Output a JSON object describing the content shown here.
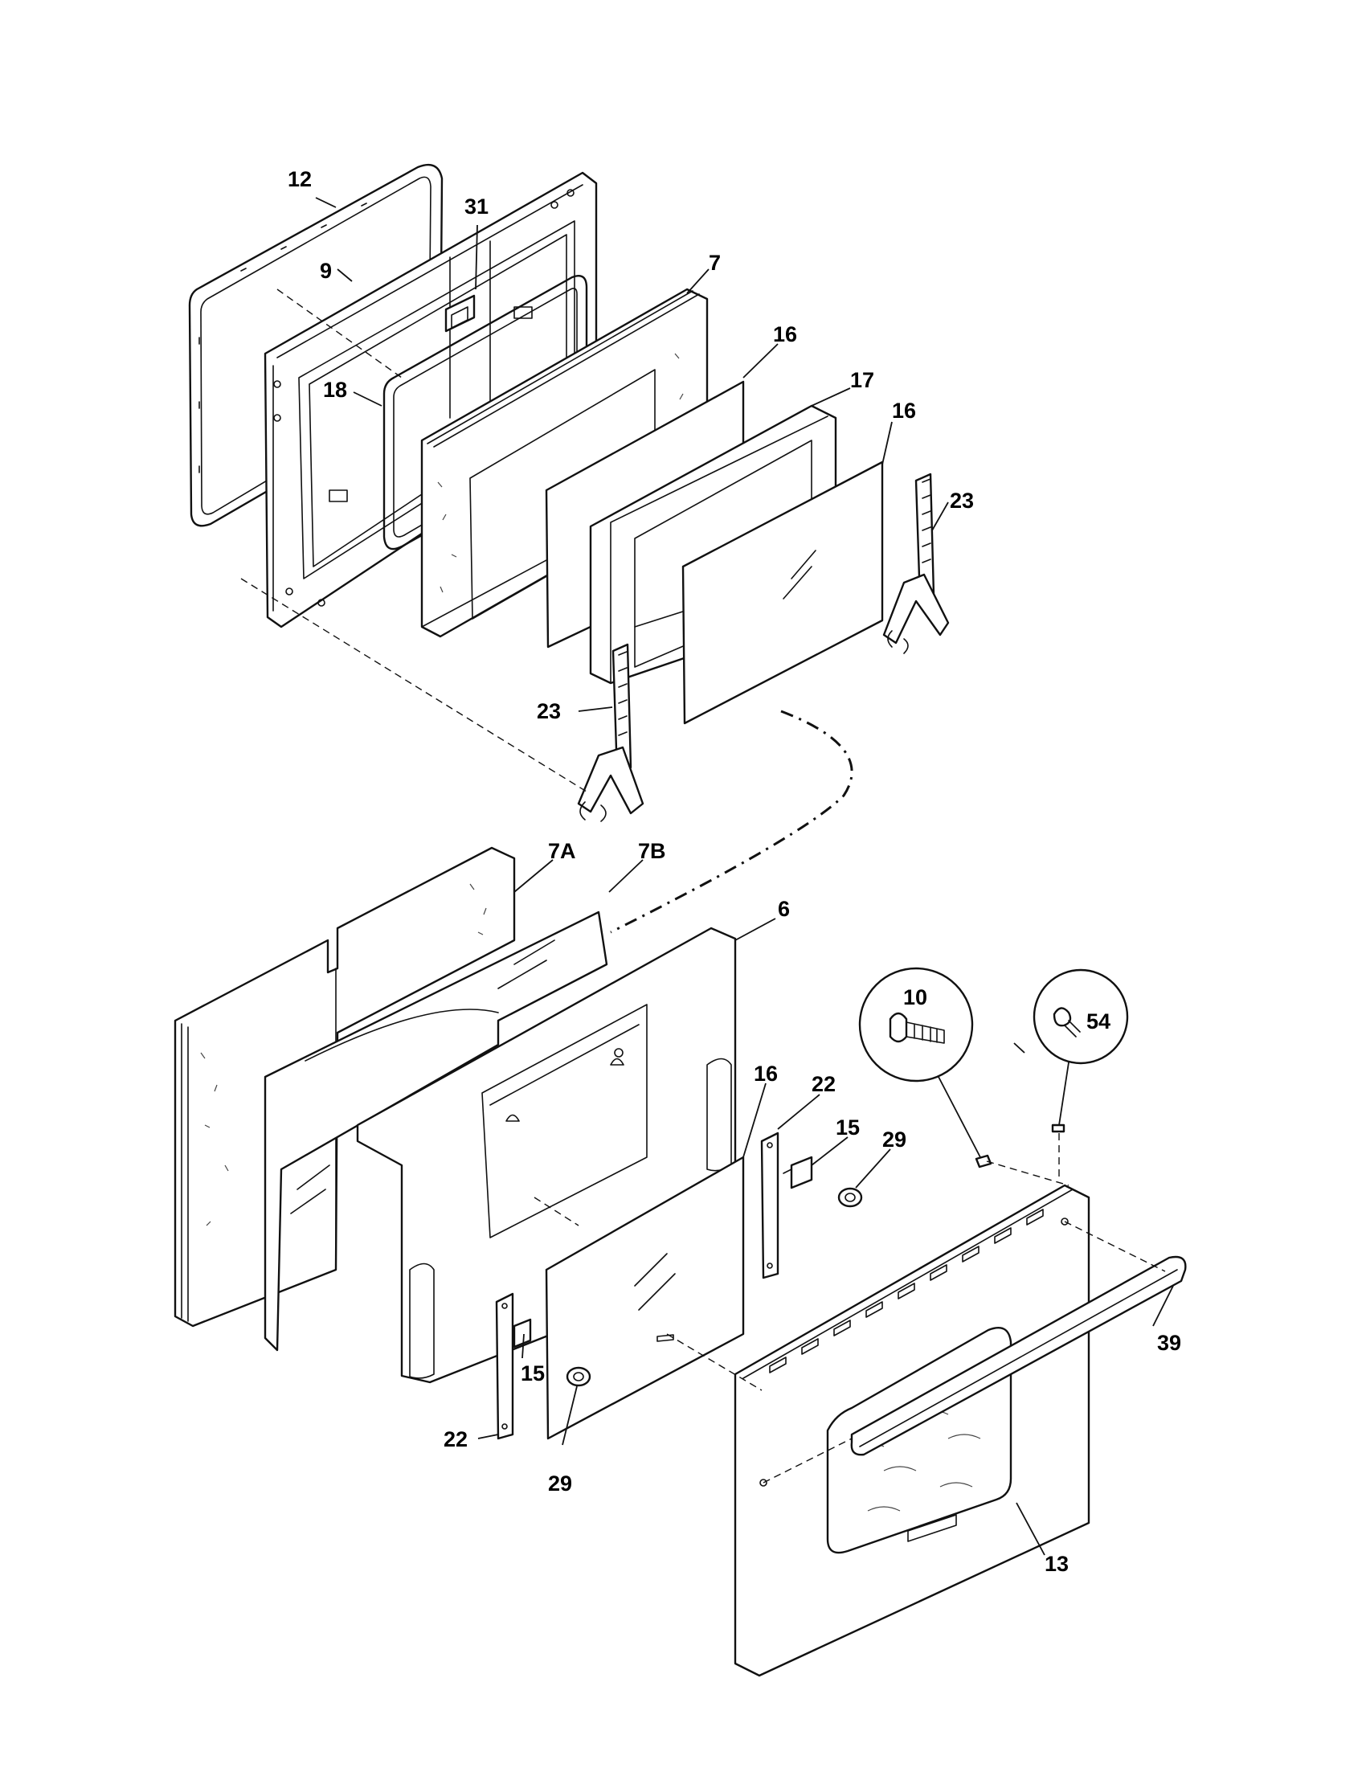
{
  "callouts": {
    "c12": "12",
    "c31": "31",
    "c9": "9",
    "c7": "7",
    "c16a": "16",
    "c17": "17",
    "c16b": "16",
    "c18": "18",
    "c23a": "23",
    "c23b": "23",
    "c7A": "7A",
    "c7B": "7B",
    "c6": "6",
    "c10": "10",
    "c54": "54",
    "c16c": "16",
    "c22a": "22",
    "c15a": "15",
    "c29a": "29",
    "c39": "39",
    "c15b": "15",
    "c22b": "22",
    "c29b": "29",
    "c13": "13"
  }
}
